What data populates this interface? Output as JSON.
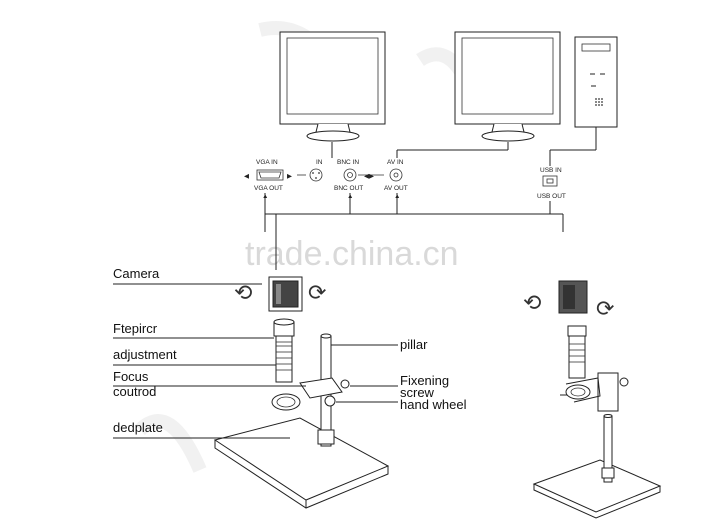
{
  "watermark": "trade.china.cn",
  "monitor_ports": {
    "vga_in": "VGA IN",
    "vga_out": "VGA OUT",
    "in": "IN",
    "bnc_in": "BNC IN",
    "bnc_out": "BNC OUT",
    "av_in": "AV IN",
    "av_out": "AV OUT"
  },
  "pc_ports": {
    "usb_in": "USB IN",
    "usb_out": "USB OUT"
  },
  "left_labels": {
    "camera": "Camera",
    "ftepircr": "Ftepircr",
    "adjustment": "adjustment",
    "focus": "Focus",
    "coutrod": "coutrod",
    "dedplate": "dedplate"
  },
  "right_labels": {
    "pillar": "pillar",
    "fixening": "Fixening",
    "screw": "screw",
    "hand_wheel": "hand wheel"
  }
}
